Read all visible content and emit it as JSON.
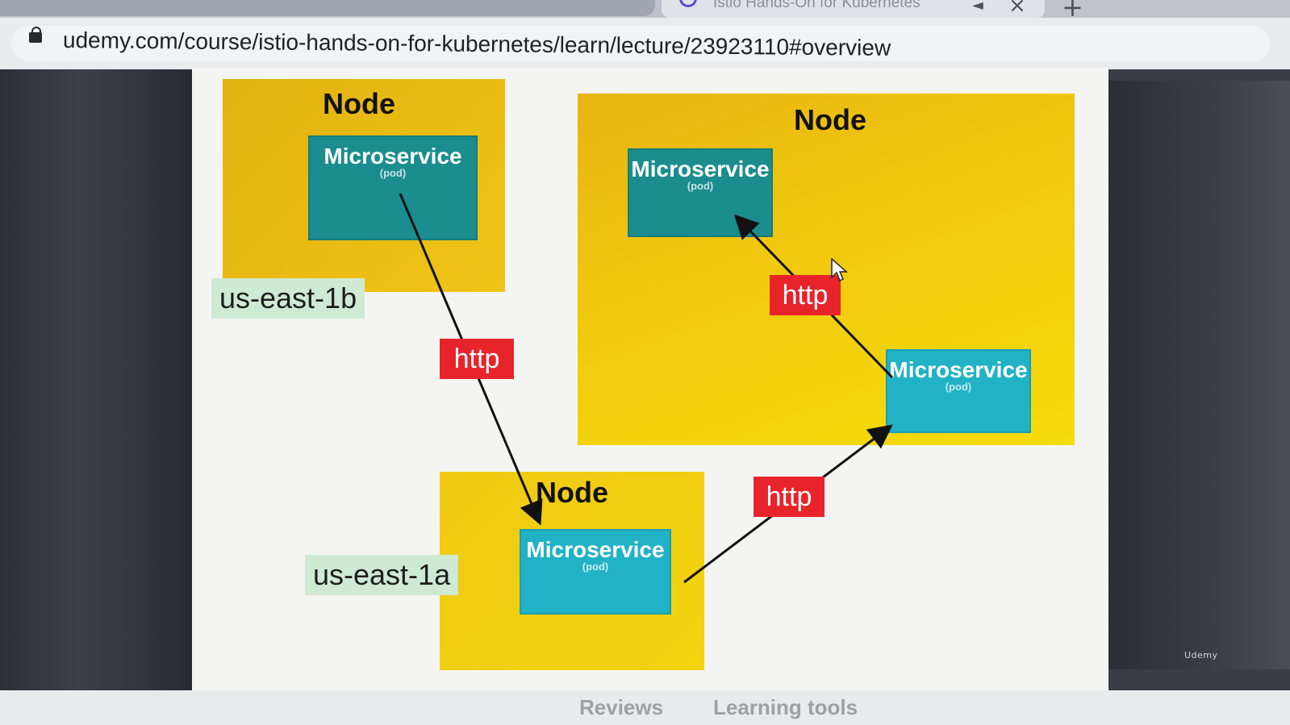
{
  "browser": {
    "tab_title": "Istio Hands-On for Kubernetes",
    "url": "udemy.com/course/istio-hands-on-for-kubernetes/learn/lecture/23923110#overview"
  },
  "diagram": {
    "nodes": [
      {
        "title": "Node",
        "zone": "us-east-1b",
        "microservice": {
          "label": "Microservice",
          "sub": "(pod)"
        }
      },
      {
        "title": "Node",
        "microservices": [
          {
            "label": "Microservice",
            "sub": "(pod)"
          },
          {
            "label": "Microservice",
            "sub": "(pod)"
          }
        ]
      },
      {
        "title": "Node",
        "zone": "us-east-1a",
        "microservice": {
          "label": "Microservice",
          "sub": "(pod)"
        }
      }
    ],
    "http_labels": [
      "http",
      "http",
      "http"
    ],
    "colors": {
      "node_fill": "#f0c514",
      "node_fill_alt": "#f2d012",
      "microservice_dark": "#1b8d8f",
      "microservice_light": "#21b2c6",
      "http_badge": "#e8242b",
      "zone_label_bg": "#cfead2"
    }
  },
  "watermark": "Udemy",
  "bottom_nav": [
    "Reviews",
    "Learning tools"
  ]
}
